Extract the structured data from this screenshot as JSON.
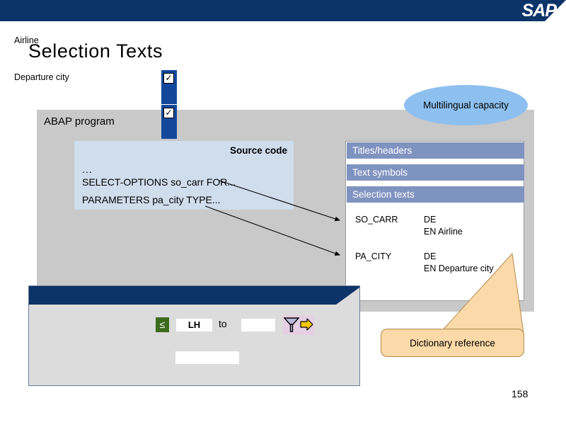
{
  "header": {
    "logo_text": "SAP",
    "banner_color": "#0d3469"
  },
  "slide": {
    "title": "Selection Texts",
    "page_number": "158"
  },
  "abap_panel": {
    "label": "ABAP program",
    "source_box": {
      "title": "Source code",
      "lines": [
        "...",
        "SELECT-OPTIONS so_carr FOR...",
        "PARAMETERS pa_city TYPE..."
      ]
    }
  },
  "texts_panel": {
    "sections": [
      {
        "label": "Titles/headers"
      },
      {
        "label": "Text symbols"
      },
      {
        "label": "Selection texts"
      }
    ],
    "rows": [
      {
        "name": "SO_CARR",
        "lang_a": "DE",
        "lang_b": "EN Airline",
        "checked": "✓"
      },
      {
        "name": "PA_CITY",
        "lang_a": "DE",
        "lang_b": "EN Departure  city",
        "checked": "✓"
      }
    ]
  },
  "callouts": {
    "multilingual": "Multilingual capacity",
    "dictionary": "Dictionary reference"
  },
  "selection_screen": {
    "fields": [
      {
        "label": "Airline",
        "operator": "≤",
        "value_from": "LH",
        "to_word": "to",
        "value_to": ""
      },
      {
        "label": "Departure city",
        "value": ""
      }
    ],
    "icons": {
      "filter": "filter-funnel-icon",
      "execute_arrow": "yellow-arrow-icon"
    }
  },
  "colors": {
    "banner": "#0d3469",
    "panel_gray": "#c9c9c9",
    "source_blue": "#cfdded",
    "section_bar": "#7f93c0",
    "check_strip": "#13479b",
    "bubble_blue": "#8dc0ef",
    "bubble_peach": "#fbd9a8",
    "operator_green": "#3d6b1e"
  }
}
